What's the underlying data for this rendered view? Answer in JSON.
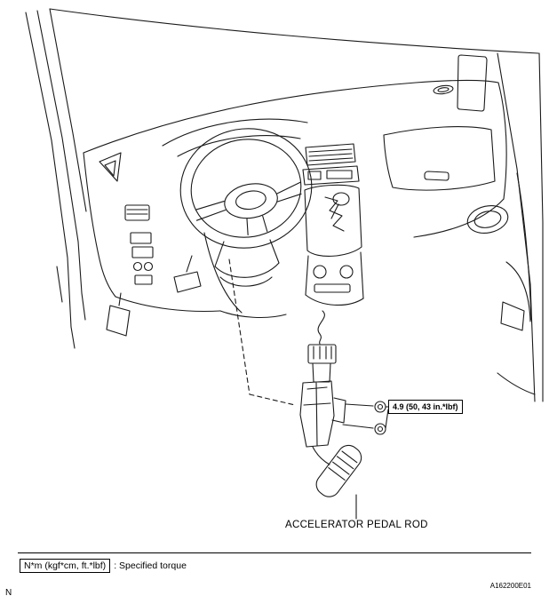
{
  "page": {
    "background_color": "#ffffff",
    "line_color": "#1a1a1a"
  },
  "figure": {
    "torque_spec": "4.9 (50, 43 in.*lbf)",
    "part_label": "ACCELERATOR PEDAL ROD",
    "figure_id": "A162200E01"
  },
  "footer": {
    "legend_unit": "N*m (kgf*cm, ft.*lbf)",
    "legend_desc": ": Specified torque",
    "page_marker": "N"
  }
}
